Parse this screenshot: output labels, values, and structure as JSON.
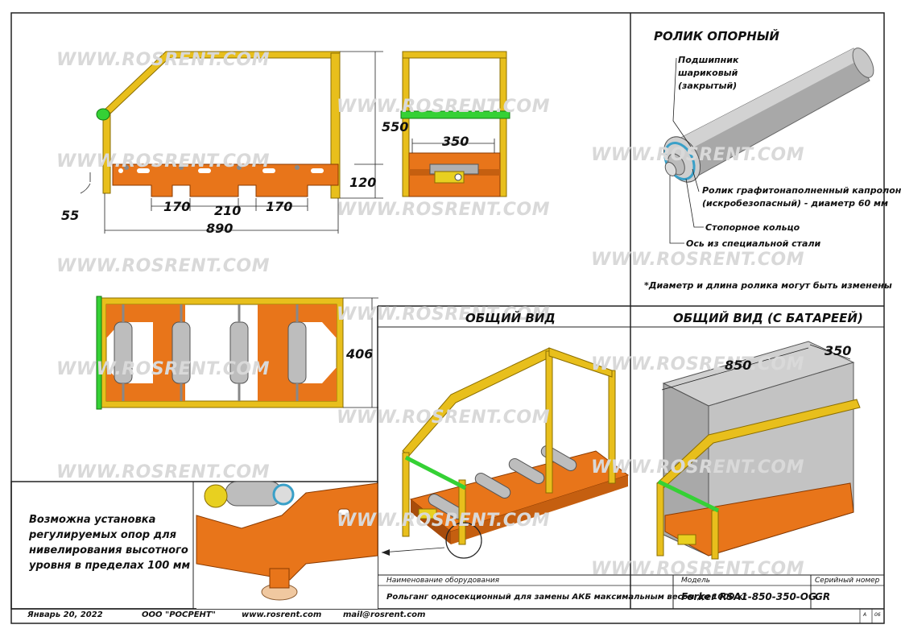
{
  "watermark": "WWW.ROSRENT.COM",
  "colors": {
    "frame": "#e8bf1c",
    "base": "#e8751a",
    "handle": "#35d135",
    "roller": "#b9b9b9",
    "battery": "#a9a9a9",
    "bearing": "#3aa0c8"
  },
  "drawing_dims": {
    "d550": "550",
    "d120": "120",
    "d55": "55",
    "d170a": "170",
    "d210": "210",
    "d170b": "170",
    "d890": "890",
    "d350": "350",
    "d406": "406"
  },
  "roller_panel": {
    "title": "РОЛИК ОПОРНЫЙ",
    "bearing_label_1": "Подшипник",
    "bearing_label_2": "шариковый",
    "bearing_label_3": "(закрытый)",
    "roller_label_1": "Ролик графитонаполненный капролон",
    "roller_label_2": "(искробезопасный) - диаметр 60 мм",
    "ring_label": "Стопорное кольцо",
    "axle_label": "Ось из специальной стали",
    "footnote": "*Диаметр и длина ролика могут быть изменены"
  },
  "views": {
    "general": "ОБЩИЙ ВИД",
    "general_battery": "ОБЩИЙ ВИД (С БАТАРЕЕЙ)",
    "battery_len": "850",
    "battery_wid": "350"
  },
  "feet_note": {
    "line1": "Возможна установка",
    "line2": "регулируемых опор для",
    "line3": "нивелирования высотного",
    "line4": "уровня в пределах 100 мм"
  },
  "title_block": {
    "equipment_header": "Наименование оборудования",
    "equipment_value": "Рольганг односекционный для замены АКБ максимальным весом до 1000 кг",
    "model_header": "Модель",
    "model_value": "Forker RSA1-850-350-OG",
    "serial_header": "Серийный номер",
    "serial_value": "GR",
    "sheet_a": "А",
    "sheet_no": "06"
  },
  "footer": {
    "date": "Январь 20, 2022",
    "company": "ООО \"РОСРЕНТ\"",
    "website": "www.rosrent.com",
    "email": "mail@rosrent.com"
  }
}
